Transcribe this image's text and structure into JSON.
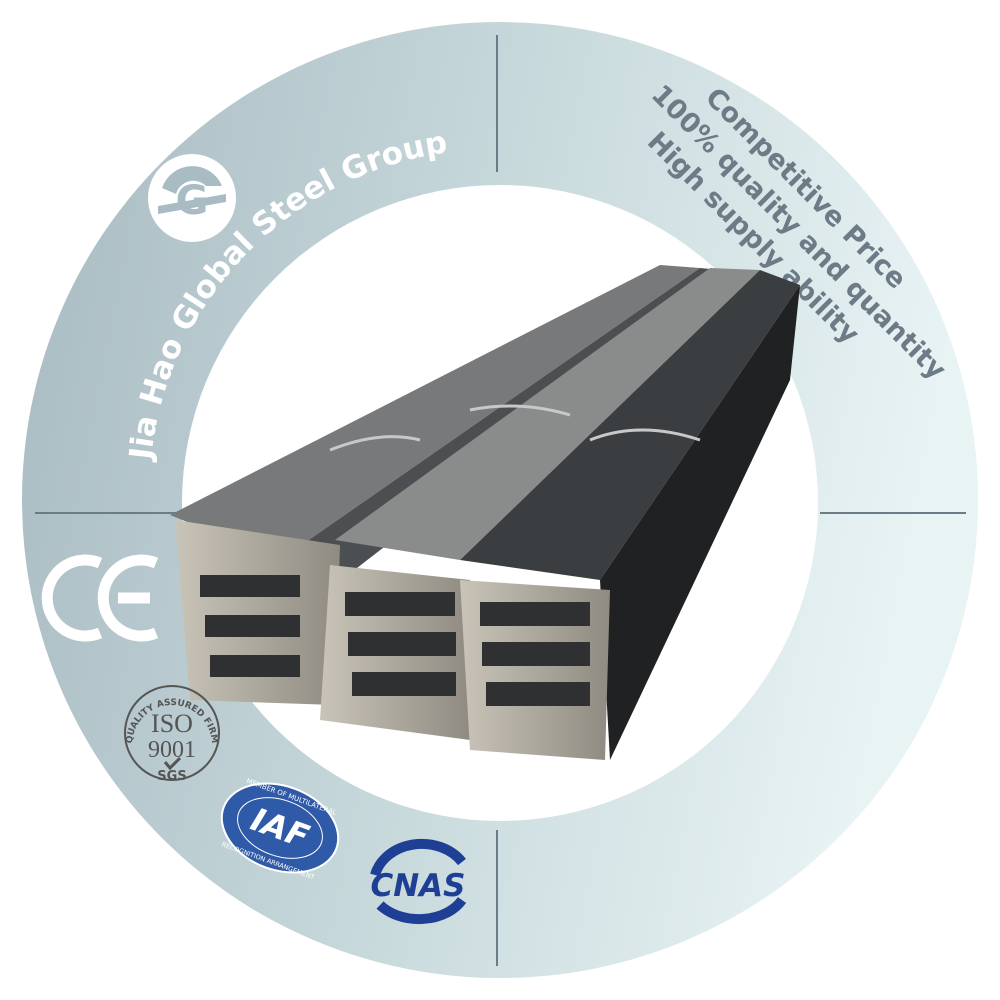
{
  "brand": {
    "name": "Jia Hao Global Steel Group",
    "logo_letter": "G"
  },
  "slogans": [
    "Competitive Price",
    "100% quality and quantity",
    "High supply ability"
  ],
  "certifications": {
    "ce": "CE",
    "iso": {
      "top": "QUALITY ASSURED FIRM",
      "line1": "ISO",
      "line2": "9001",
      "bottom": "SGS"
    },
    "iaf": {
      "top": "MEMBER OF MULTILATERAL",
      "center": "IAF",
      "bottom": "RECOGNITION ARRANGEMENT"
    },
    "cnas": "CNAS"
  },
  "colors": {
    "ring_left": "#a7bac1",
    "ring_right": "#e8f3f4",
    "slogan_text": "#6c7b86",
    "divider": "#6a7d86",
    "iaf_blue": "#2f5aa8",
    "cnas_blue": "#1f3f94"
  }
}
